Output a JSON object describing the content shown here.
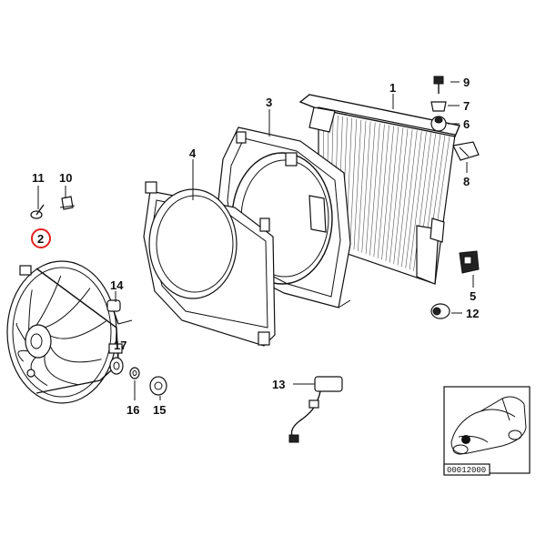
{
  "callouts": {
    "c1": "1",
    "c2": "2",
    "c3": "3",
    "c4": "4",
    "c5": "5",
    "c6": "6",
    "c7": "7",
    "c8": "8",
    "c9": "9",
    "c10": "10",
    "c11": "11",
    "c12": "12",
    "c13": "13",
    "c14": "14",
    "c15": "15",
    "c16": "16",
    "c17": "17"
  },
  "highlight": {
    "callout": "2",
    "color": "#e02020"
  },
  "inset": {
    "code": "00012000"
  }
}
